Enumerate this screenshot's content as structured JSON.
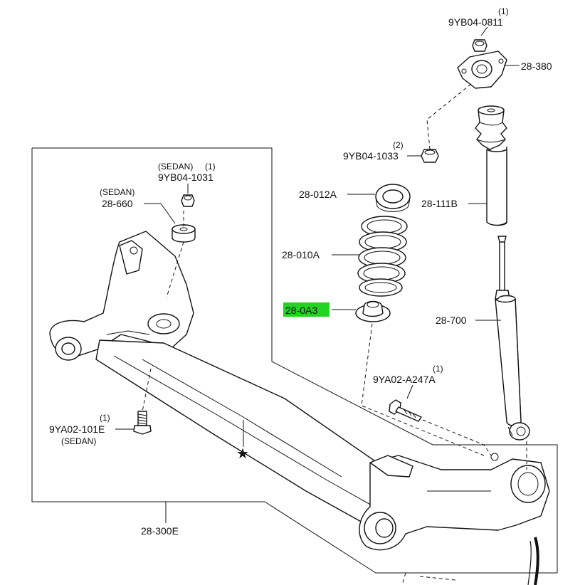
{
  "callouts": {
    "top_mount_nut_qty": "(1)",
    "top_mount_nut": "9YB04-0811",
    "upper_mount": "28-380",
    "lower_nut_qty": "(2)",
    "lower_nut": "9YB04-1033",
    "dust_boot": "28-111B",
    "upper_seat": "28-012A",
    "coil_spring": "28-010A",
    "lower_seat": "28-0A3",
    "shock": "28-700",
    "bolt_qty": "(1)",
    "bolt": "9YA02-A247A",
    "sedan_nut_note": "(SEDAN)",
    "sedan_nut_qty": "(1)",
    "sedan_nut": "9YB04-1031",
    "sedan_bump_note": "(SEDAN)",
    "bump_stopper": "28-660",
    "sedan_bolt_qty": "(1)",
    "sedan_bolt": "9YA02-101E",
    "sedan_bolt_note": "(SEDAN)",
    "star": "★",
    "axle": "28-300E"
  },
  "colors": {
    "highlight": "#22d322",
    "line": "#111111"
  }
}
